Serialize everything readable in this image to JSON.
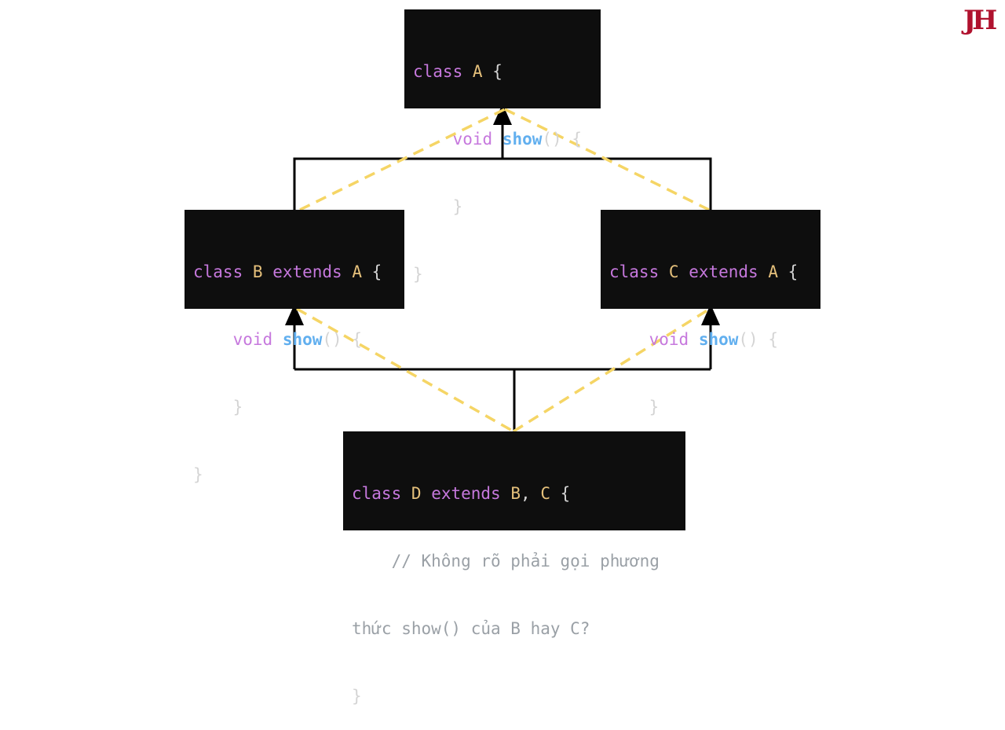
{
  "logo": {
    "text": "JH"
  },
  "colors": {
    "box_bg": "#0e0e0e",
    "keyword": "#c678dd",
    "class_name": "#e5c07b",
    "method": "#61afef",
    "plain": "#d4d4d4",
    "comment": "#9aa0a6",
    "dashed": "#f5d565",
    "arrow": "#000000",
    "logo": "#b0122e"
  },
  "class_a": {
    "l1_kw": "class",
    "l1_name": "A",
    "l1_brace": "{",
    "l2_indent": "    ",
    "l2_kw": "void",
    "l2_fn": "show",
    "l2_rest": "() {",
    "l3": "    }",
    "l4": "}"
  },
  "class_b": {
    "l1_kw": "class",
    "l1_name": "B",
    "l1_kw2": "extends",
    "l1_parent": "A",
    "l1_brace": "{",
    "l2_indent": "    ",
    "l2_kw": "void",
    "l2_fn": "show",
    "l2_rest": "() {",
    "l3": "    }",
    "l4": "}"
  },
  "class_c": {
    "l1_kw": "class",
    "l1_name": "C",
    "l1_kw2": "extends",
    "l1_parent": "A",
    "l1_brace": "{",
    "l2_indent": "    ",
    "l2_kw": "void",
    "l2_fn": "show",
    "l2_rest": "() {",
    "l3": "    }",
    "l4": "}"
  },
  "class_d": {
    "l1_kw": "class",
    "l1_name": "D",
    "l1_kw2": "extends",
    "l1_parent1": "B",
    "l1_comma": ",",
    "l1_parent2": "C",
    "l1_brace": "{",
    "l2_comment": "    // Không rõ phải gọi phương",
    "l3_comment": "thức show() của B hay C?",
    "l4": "}"
  }
}
